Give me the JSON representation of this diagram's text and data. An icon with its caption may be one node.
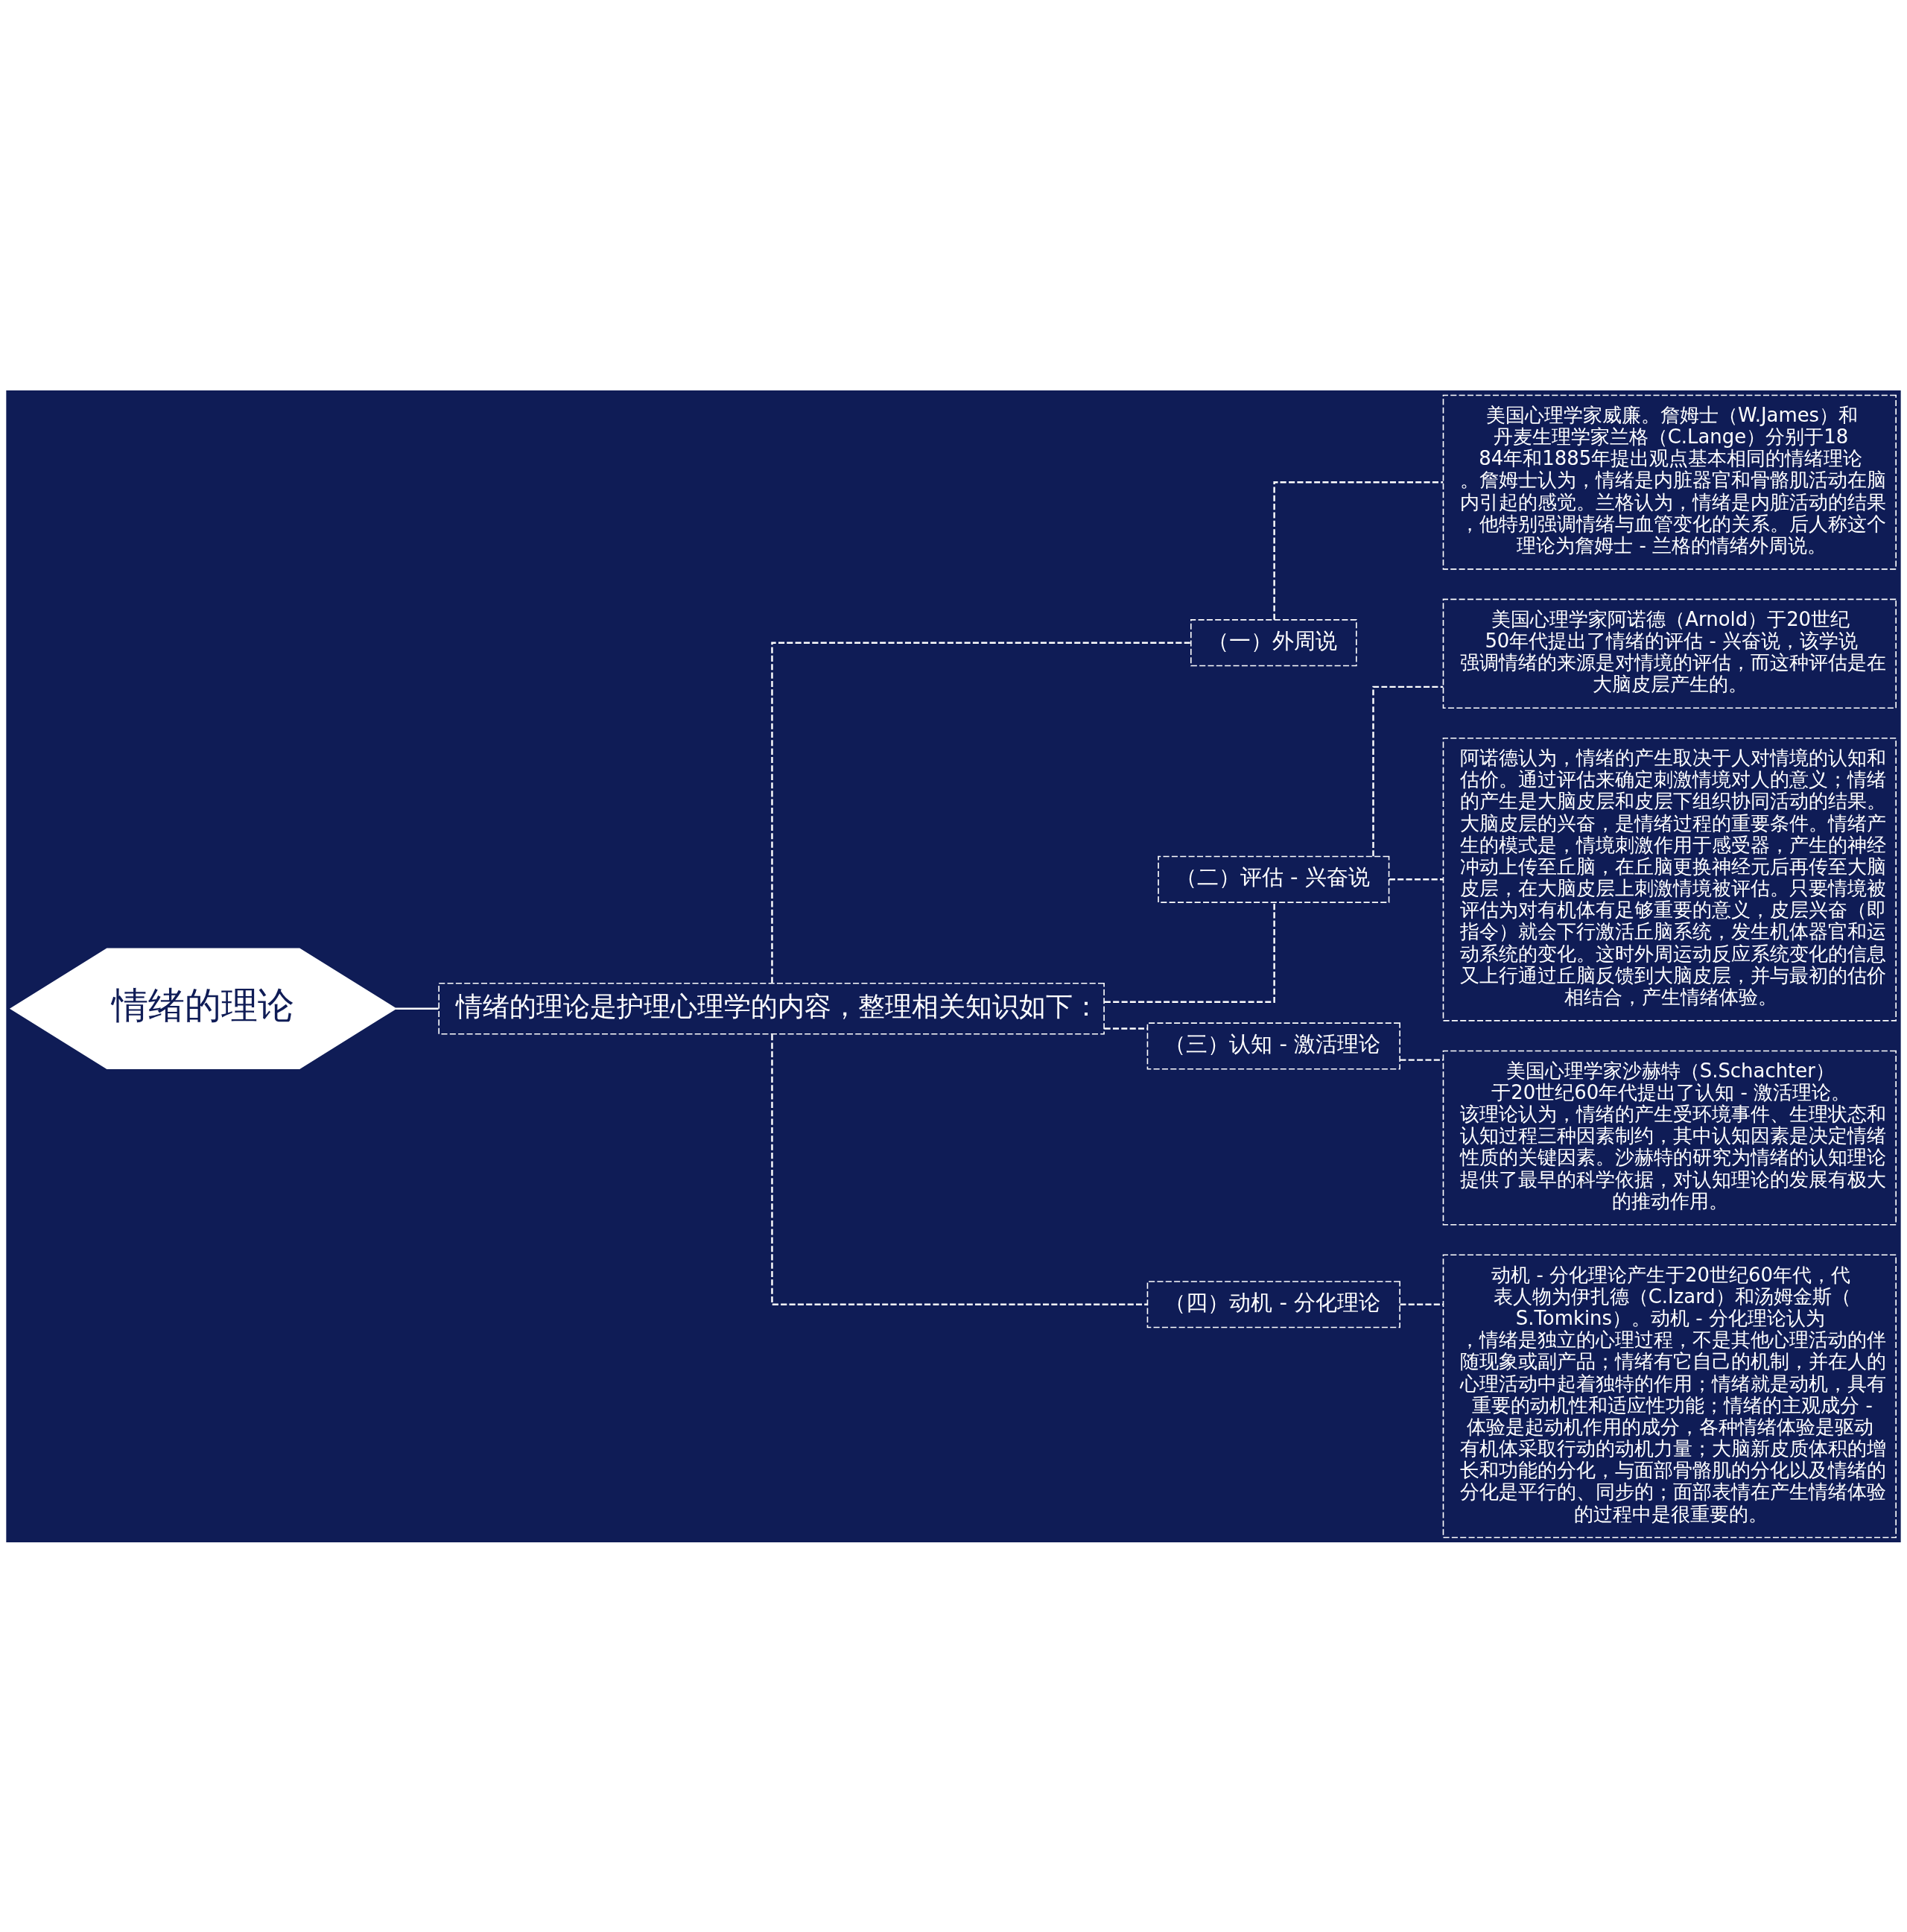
{
  "diagram": {
    "nodes": [
      {
        "text": [
          "情绪的理论"
        ]
      },
      {
        "text": [
          "情绪的理论是护理心理学的内容，整理相关知识如下："
        ]
      },
      {
        "text": [
          "（一）外周说"
        ]
      },
      {
        "text": [
          "美国心理学家威廉。詹姆士（W.James）和丹麦生理学家兰格（C.Lange）分别于1884年和1885年提出观点基本相同的情绪理论。詹姆士认为，情绪是内脏器官和骨骼肌活动在脑内引起的感觉。兰格认为，情绪是内脏活动的结果，他特别强调情绪与血管变化的关系。后人称这个理论为詹姆士 - 兰格的情绪外周说。"
        ]
      },
      {
        "text": [
          "（二）评估 - 兴奋说"
        ]
      },
      {
        "text": [
          "美国心理学家阿诺德（Arnold）于20世纪50年代提出了情绪的评估 - 兴奋说，该学说强调情绪的来源是对情境的评估，而这种评估是在大脑皮层产生的。"
        ]
      },
      {
        "text": [
          "阿诺德认为，情绪的产生取决于人对情境的认知和估价。通过评估来确定刺激情境对人的意义；情绪的产生是大脑皮层和皮层下组织协同活动的结果。大脑皮层的兴奋，是情绪过程的重要条件。情绪产生的模式是，情境刺激作用于感受器，产生的神经冲动上传至丘脑，在丘脑更换神经元后再传至大脑皮层，在大脑皮层上刺激情境被评估。只要情境被评估为对有机体有足够重要的意义，皮层兴奋（即指令）就会下行激活丘脑系统，发生机体器官和运动系统的变化。这时外周运动反应系统变化的信息又上行通过丘脑反馈到大脑皮层，并与最初的估价相结合，产生情绪体验。"
        ]
      },
      {
        "text": [
          "（三）认知 - 激活理论"
        ]
      },
      {
        "text": [
          "美国心理学家沙赫特（S.Schachter）于20世纪60年代提出了认知 - 激活理论。该理论认为，情绪的产生受环境事件、生理状态和认知过程三种因素制约，其中认知因素是决定情绪性质的关键因素。沙赫特的研究为情绪的认知理论提供了最早的科学依据，对认知理论的发展有极大的推动作用。"
        ]
      },
      {
        "text": [
          "（四）动机 - 分化理论"
        ]
      },
      {
        "text": [
          "动机 - 分化理论产生于20世纪60年代，代表人物为伊扎德（C.Izard）和汤姆金斯（S.Tomkins）。动机 - 分化理论认为，情绪是独立的心理过程，不是其他心理活动的伴随现象或副产品；情绪有它自己的机制，并在人的心理活动中起着独特的作用；情绪就是动机，具有重要的动机性和适应性功能；情绪的主观成分 - 体验是起动机作用的成分，各种情绪体验是驱动有机体采取行动的动机力量；大脑新皮质体积的增长和功能的分化，与面部骨骼肌的分化以及情绪的分化是平行的、同步的；面部表情在产生情绪体验的过程中是很重要的。"
        ]
      }
    ],
    "edges": [
      {
        "from": 0,
        "to": 1,
        "arrow": "none"
      },
      {
        "from": 1,
        "to": 2,
        "arrow": "none",
        "style": "dashed"
      },
      {
        "from": 2,
        "to": 3,
        "arrow": "none",
        "style": "dashed"
      },
      {
        "from": 1,
        "to": 4,
        "arrow": "none",
        "style": "dashed"
      },
      {
        "from": 4,
        "to": 5,
        "arrow": "none",
        "style": "dashed"
      },
      {
        "from": 4,
        "to": 6,
        "arrow": "none",
        "style": "dashed"
      },
      {
        "from": 1,
        "to": 7,
        "arrow": "none",
        "style": "dashed"
      },
      {
        "from": 7,
        "to": 8,
        "arrow": "none",
        "style": "dashed"
      },
      {
        "from": 1,
        "to": 9,
        "arrow": "none",
        "style": "dashed"
      },
      {
        "from": 9,
        "to": 10,
        "arrow": "none",
        "style": "dashed"
      }
    ]
  }
}
